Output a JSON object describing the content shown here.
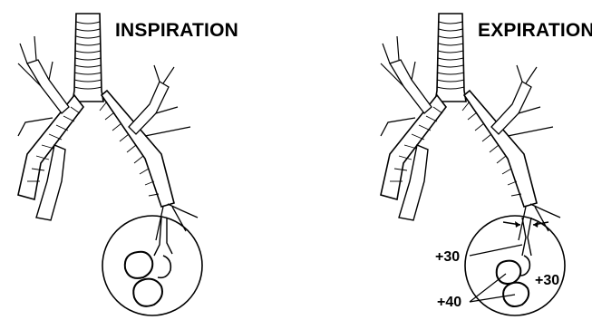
{
  "panels": [
    {
      "title": "INSPIRATION",
      "pressure_labels": []
    },
    {
      "title": "EXPIRATION",
      "pressure_labels": [
        {
          "id": "p30-left",
          "text": "+30"
        },
        {
          "id": "p30-right",
          "text": "+30"
        },
        {
          "id": "p40",
          "text": "+40"
        }
      ]
    }
  ],
  "colors": {
    "ink": "#000000",
    "paper": "#ffffff"
  }
}
